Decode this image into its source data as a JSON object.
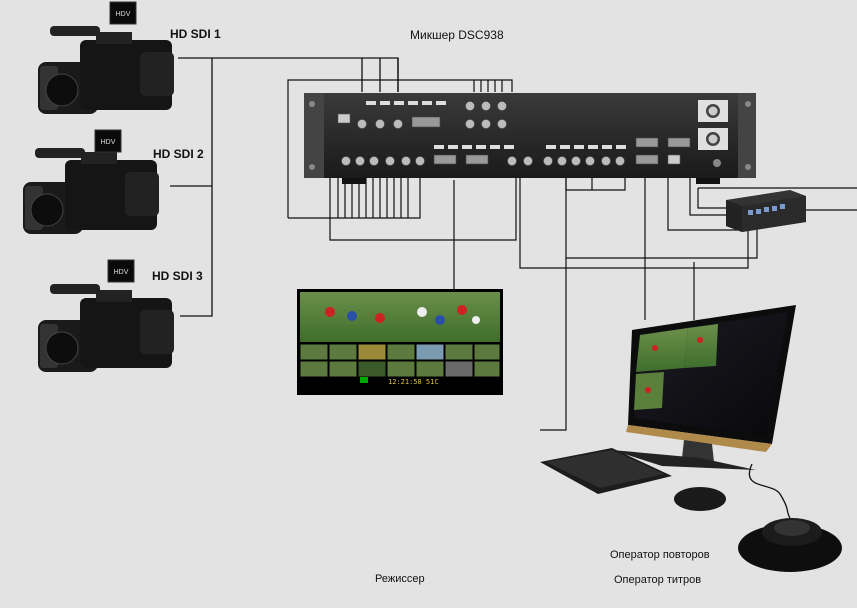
{
  "diagram": {
    "title": "Микшер DSC938",
    "cameras": [
      {
        "label": "HD SDI 1"
      },
      {
        "label": "HD SDI 2"
      },
      {
        "label": "HD SDI 3"
      }
    ],
    "camera_badge": "HDV",
    "director_label": "Режиссер",
    "operators": [
      "Оператор повторов",
      "Оператор   титров"
    ],
    "monitor_clock": "12:21:58 51C"
  }
}
